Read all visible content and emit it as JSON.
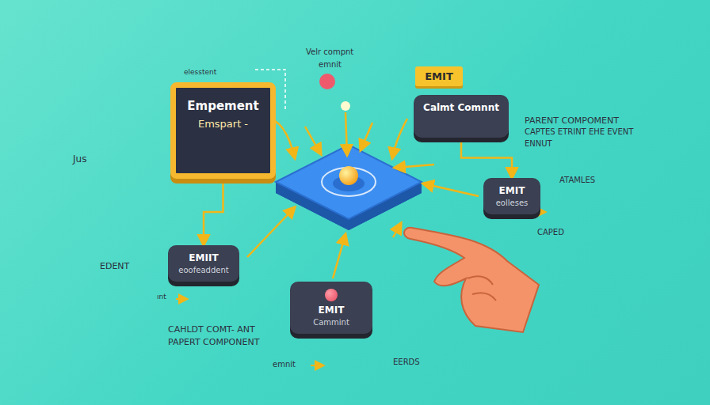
{
  "diagram": {
    "nodes": [
      {
        "text": [
          "Empement",
          "Emspart -"
        ]
      },
      {
        "text": [
          "EMIT"
        ]
      },
      {
        "text": [
          "Calmt Comnnt"
        ]
      },
      {
        "text": [
          "EMIT",
          "eolleses"
        ]
      },
      {
        "text": [
          "EMIIT",
          "eoofeaddent"
        ]
      },
      {
        "text": [
          "EMIT",
          "Cammint"
        ]
      }
    ],
    "edges": [
      {
        "from": 0,
        "to": 4,
        "arrow": "to"
      },
      {
        "from": 2,
        "to": 3,
        "arrow": "to"
      }
    ],
    "labels": [
      "Velr compnt",
      "emnit",
      "elesstent",
      "Jus",
      "PARENT COMPOMENT",
      "CAPTES ETRINT EHE EVENT",
      "ENNUT",
      "ATAMLES",
      "CAPED",
      "EDENT",
      "ınt",
      "CAHLDT COMT- ANT",
      "PAPERT COMPONENT",
      "emnit",
      "EERDS"
    ]
  }
}
